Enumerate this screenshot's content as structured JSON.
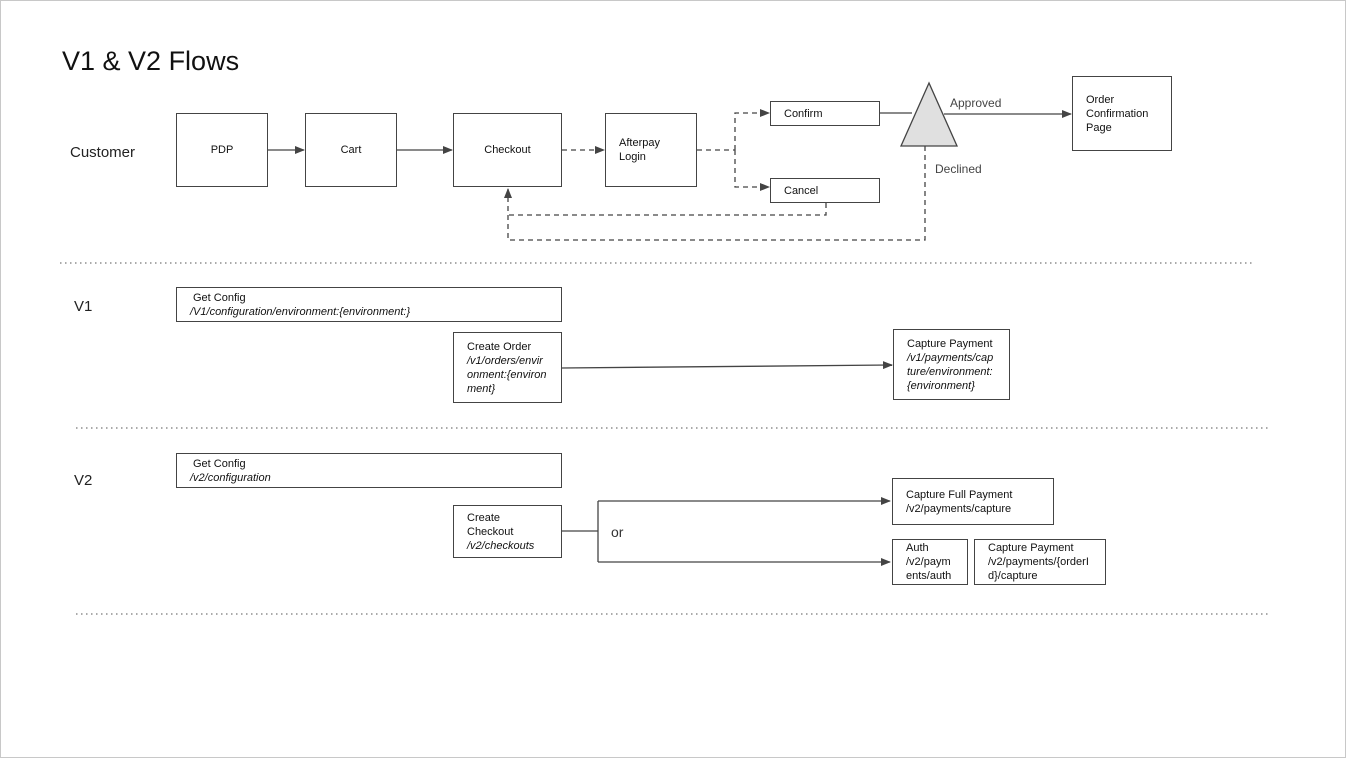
{
  "title": "V1 & V2 Flows",
  "lanes": {
    "customer": "Customer",
    "v1": "V1",
    "v2": "V2"
  },
  "customer": {
    "pdp": "PDP",
    "cart": "Cart",
    "checkout": "Checkout",
    "afterpay_login": [
      "Afterpay",
      "Login"
    ],
    "confirm": "Confirm",
    "cancel": "Cancel",
    "approved": "Approved",
    "declined": "Declined",
    "order_confirmation": [
      "Order",
      "Confirmation",
      "Page"
    ]
  },
  "v1": {
    "get_config": {
      "label": "Get Config",
      "path": "/V1/configuration/environment:{environment:}"
    },
    "create_order": {
      "label": "Create Order",
      "path": [
        "/v1/orders/envir",
        "onment:{environ",
        "ment}"
      ]
    },
    "capture_payment": {
      "label": "Capture Payment",
      "path": [
        "/v1/payments/cap",
        "ture/environment:",
        "{environment}"
      ]
    }
  },
  "v2": {
    "get_config": {
      "label": "Get Config",
      "path": "/v2/configuration"
    },
    "create_checkout": {
      "label": [
        "Create",
        "Checkout"
      ],
      "path": "/v2/checkouts"
    },
    "or_label": "or",
    "capture_full_payment": {
      "label": "Capture Full Payment",
      "path": "/v2/payments/capture"
    },
    "auth": {
      "label": "Auth",
      "path": [
        "/v2/paym",
        "ents/auth"
      ]
    },
    "capture_payment": {
      "label": "Capture Payment",
      "path": [
        "/v2/payments/{orderI",
        "d}/capture"
      ]
    }
  }
}
